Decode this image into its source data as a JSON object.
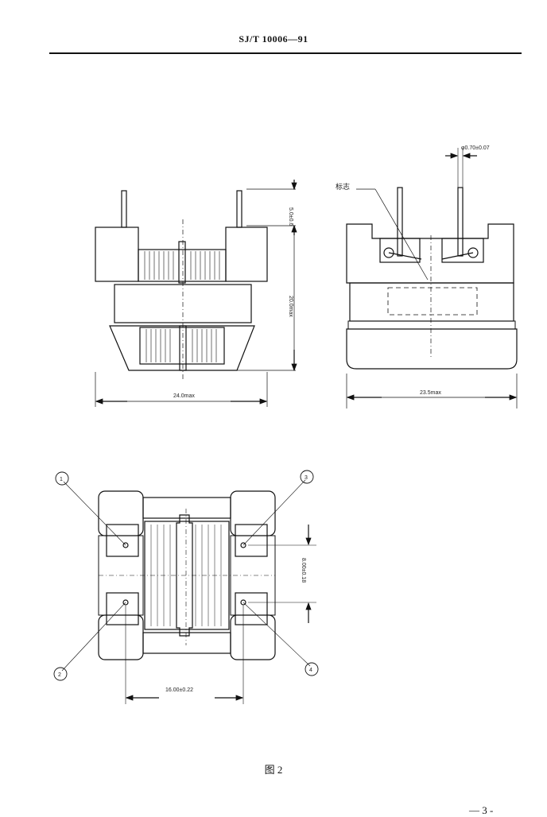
{
  "header": {
    "standard_number": "SJ/T 10006—91"
  },
  "front_view": {
    "height_dim": "20.0max",
    "pin_dim": "5.0±0.6",
    "width_dim": "24.0max"
  },
  "side_view": {
    "mark_label": "标志",
    "pin_dia_dim": "φ0.70±0.07",
    "width_dim": "23.5max"
  },
  "bottom_view": {
    "pins": [
      "1",
      "2",
      "3",
      "4"
    ],
    "pitch_v_dim": "8.00±0.18",
    "pitch_h_dim": "16.00±0.22"
  },
  "caption": "图 2",
  "page_number": "— 3 -"
}
